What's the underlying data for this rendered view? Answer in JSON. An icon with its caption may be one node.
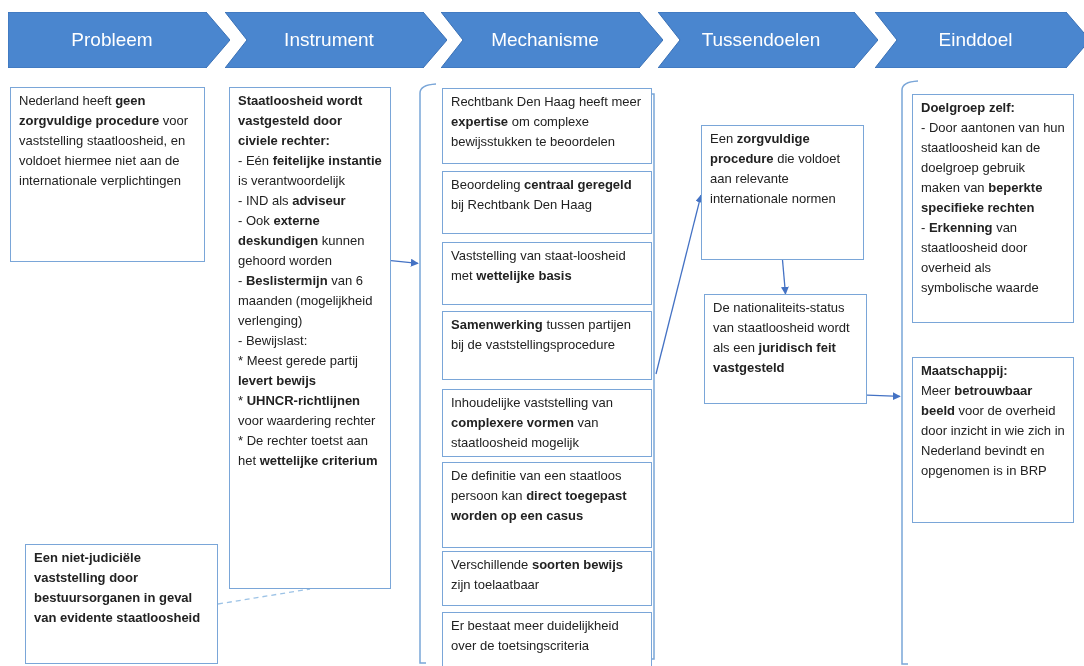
{
  "diagram": {
    "nodes": [
      {
        "text": [
          "Probleem"
        ]
      },
      {
        "text": [
          "Instrument"
        ]
      },
      {
        "text": [
          "Mechanisme"
        ]
      },
      {
        "text": [
          "Tussendoelen"
        ]
      },
      {
        "text": [
          "Einddoel"
        ]
      },
      {
        "text": [
          "Nederland heeft **geen zorgvuldige procedure** voor vaststelling staatloosheid, en voldoet hiermee niet aan de internationale verplichtingen"
        ]
      },
      {
        "text": [
          "Staatloosheid wordt vastgesteld door civiele rechter:",
          "- Eén **feitelijke instantie** is verantwoordelijk",
          "- IND als **adviseur**",
          "- Ook **externe deskundigen** kunnen gehoord worden",
          "- **Beslistermijn** van 6 maanden (mogelijkheid verlenging)",
          "- Bewijslast:",
          "* Meest gerede partij **levert bewijs**",
          "* **UHNCR-richtlijnen** voor waardering rechter",
          "* De rechter toetst aan het **wettelijke criterium**"
        ]
      },
      {
        "text": [],
        "shape": "bracket"
      },
      {
        "text": [
          "Rechtbank Den Haag heeft meer **expertise** om complexe bewijsstukken te beoordelen"
        ],
        "in": 7
      },
      {
        "text": [
          "Beoordeling **centraal geregeld** bij Rechtbank Den Haag"
        ],
        "in": 7
      },
      {
        "text": [
          "Vaststelling van staat-loosheid met **wettelijke basis**"
        ],
        "in": 7
      },
      {
        "text": [
          "**Samenwerking** tussen partijen bij de vaststellingsprocedure"
        ],
        "in": 7
      },
      {
        "text": [
          "Inhoudelijke vaststelling van **complexere vormen** van staatloosheid mogelijk"
        ],
        "in": 7
      },
      {
        "text": [
          "De definitie van een staatloos persoon kan **direct toegepast worden op een casus**"
        ],
        "in": 7
      },
      {
        "text": [
          "Verschillende **soorten bewijs** zijn toelaatbaar"
        ],
        "in": 7
      },
      {
        "text": [
          "Er bestaat meer duidelijkheid over de toetsingscriteria"
        ],
        "in": 7
      },
      {
        "text": [
          "Een **zorgvuldige procedure** die voldoet aan relevante internationale normen"
        ]
      },
      {
        "text": [
          "De nationaliteits-status van staatloosheid wordt als een **juridisch feit vastgesteld**"
        ]
      },
      {
        "text": [],
        "shape": "bracket"
      },
      {
        "text": [
          "Doelgroep zelf:",
          "- Door aantonen van hun staatloosheid kan de doelgroep gebruik maken van **beperkte specifieke rechten**",
          "- **Erkenning** van staatloosheid door overheid als symbolische waarde"
        ],
        "in": 18
      },
      {
        "text": [
          "Maatschappij:",
          "Meer **betrouwbaar beeld** voor de overheid door inzicht in wie zich in Nederland bevindt en opgenomen is in BRP"
        ],
        "in": 18
      },
      {
        "text": [
          "Een niet-judiciële vaststelling door bestuursorganen in geval van evidente staatloosheid"
        ]
      }
    ],
    "edges": [
      {
        "from": 6,
        "to": 7,
        "arrow": "to"
      },
      {
        "from": 7,
        "to": 16,
        "arrow": "to"
      },
      {
        "from": 16,
        "to": 17,
        "arrow": "to"
      },
      {
        "from": 17,
        "to": 18,
        "arrow": "to"
      },
      {
        "from": 21,
        "to": 6,
        "arrow": "none",
        "style": "dashed",
        "color": "#9dc3e6"
      }
    ]
  }
}
